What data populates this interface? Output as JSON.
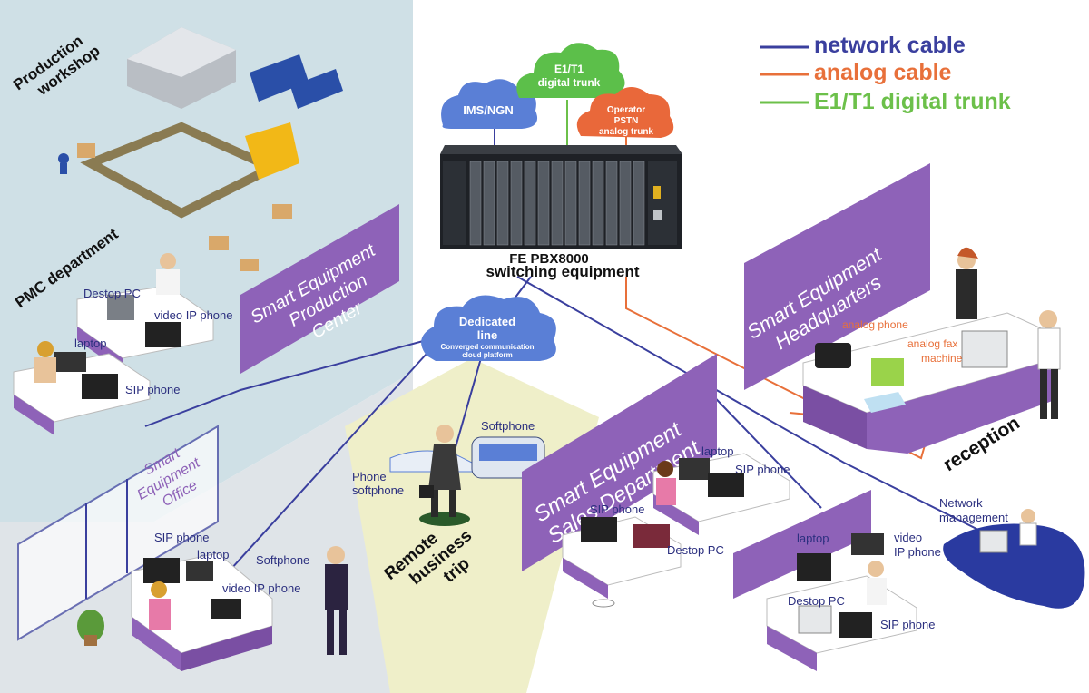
{
  "legend": {
    "network_cable": "network cable",
    "analog_cable": "analog cable",
    "e1t1_trunk": "E1/T1 digital trunk"
  },
  "colors": {
    "network": "#3a3f9e",
    "analog": "#e8703a",
    "trunk": "#6cc04a",
    "purple": "#8e62b8",
    "cloud_blue": "#5a7fd6",
    "cloud_green": "#5cbf4a",
    "cloud_orange": "#e9683a"
  },
  "clouds": {
    "ims": "IMS/NGN",
    "e1t1_line1": "E1/T1",
    "e1t1_line2": "digital trunk",
    "operator_line1": "Operator",
    "operator_line2": "PSTN",
    "operator_line3": "analog trunk",
    "dedicated_line1": "Dedicated",
    "dedicated_line2": "line",
    "dedicated_line3": "Converged communication",
    "dedicated_line4": "cloud platform"
  },
  "device": {
    "name": "FE PBX8000",
    "subtitle": "switching equipment"
  },
  "areas": {
    "production_workshop_1": "Production",
    "production_workshop_2": "workshop",
    "pmc_department": "PMC department",
    "production_center": [
      "Smart Equipment",
      "Production",
      "Center"
    ],
    "headquarters": [
      "Smart Equipment",
      "Headquarters"
    ],
    "sales_department": [
      "Smart Equipment",
      "Sales Department"
    ],
    "office": [
      "Smart",
      "Equipment",
      "Office"
    ],
    "reception": "reception",
    "remote_trip": [
      "Remote",
      "business",
      "trip"
    ]
  },
  "labels": {
    "pmc_desktop_pc": "Destop PC",
    "pmc_video_phone": "video IP phone",
    "pmc_laptop": "laptop",
    "pmc_sip_phone": "SIP phone",
    "hq_analog_phone": "analog phone",
    "hq_analog_fax_1": "analog fax",
    "hq_analog_fax_2": "machine",
    "trip_softphone": "Softphone",
    "trip_phone_softphone_1": "Phone",
    "trip_phone_softphone_2": "softphone",
    "sales_laptop": "laptop",
    "sales_sip_phone": "SIP phone",
    "sales_sip_phone_2": "SIP phone",
    "sales_desktop_pc": "Destop PC",
    "office_sip_phone": "SIP phone",
    "office_laptop": "laptop",
    "office_softphone": "Softphone",
    "office_video_phone": "video IP phone",
    "net_mgmt_1": "Network",
    "net_mgmt_2": "management",
    "br_laptop": "laptop",
    "br_video_1": "video",
    "br_video_2": "IP phone",
    "br_desktop_pc": "Destop PC",
    "br_sip_phone": "SIP phone"
  }
}
